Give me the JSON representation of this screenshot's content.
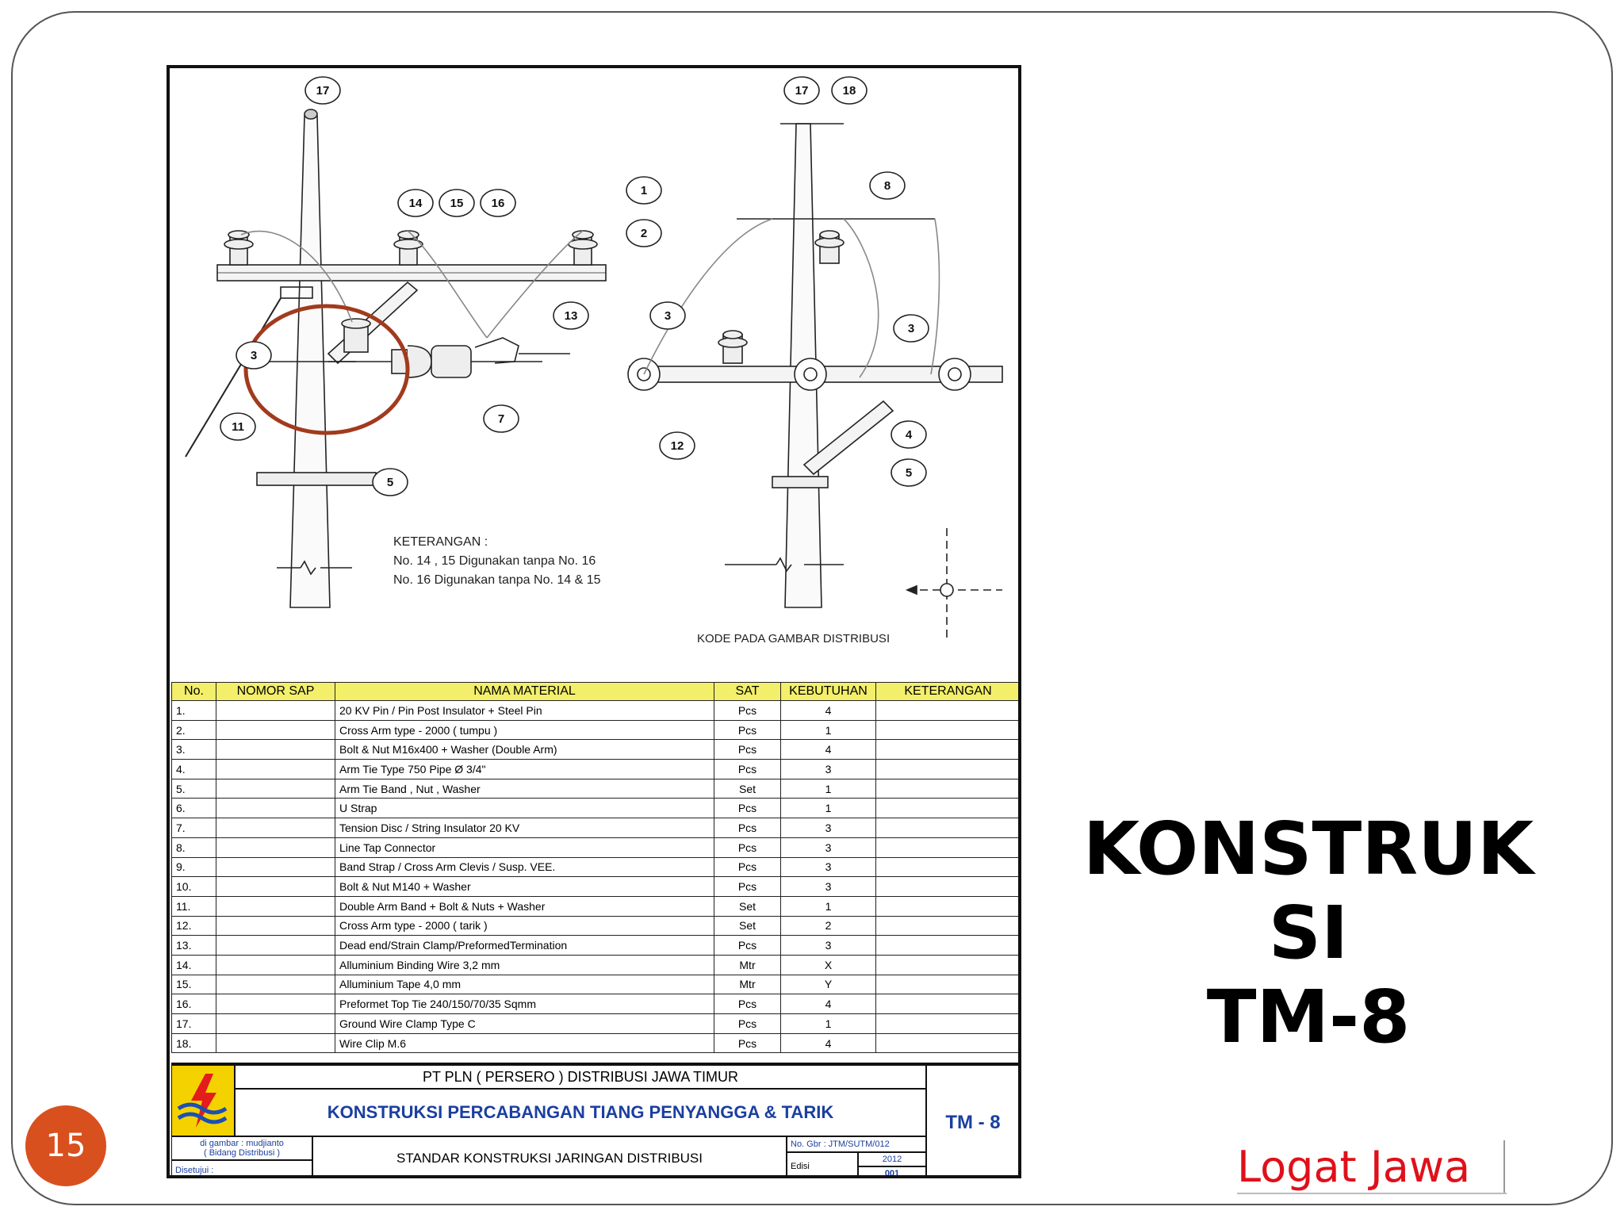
{
  "slide": {
    "title_lines": [
      "KONSTRUK",
      "SI",
      "TM-8"
    ],
    "page_number": "15",
    "watermark": "Logat Jawa"
  },
  "drawing": {
    "callouts_left": [
      "17",
      "14",
      "15",
      "16",
      "1",
      "2",
      "13",
      "3",
      "11",
      "7",
      "5"
    ],
    "callouts_right": [
      "17",
      "18",
      "8",
      "3",
      "3",
      "12",
      "4",
      "5"
    ],
    "note_heading": "KETERANGAN  :",
    "note_lines": [
      "No. 14 , 15 Digunakan tanpa No. 16",
      "No. 16 Digunakan tanpa No. 14 & 15"
    ],
    "code_label": "KODE PADA GAMBAR DISTRIBUSI",
    "highlight_color": "#a23a1e"
  },
  "bom": {
    "headers": [
      "No.",
      "NOMOR SAP",
      "NAMA  MATERIAL",
      "SAT",
      "KEBUTUHAN",
      "KETERANGAN"
    ],
    "rows": [
      [
        "1.",
        "",
        "20 KV Pin / Pin Post Insulator + Steel Pin",
        "Pcs",
        "4",
        ""
      ],
      [
        "2.",
        "",
        "Cross Arm type - 2000 ( tumpu )",
        "Pcs",
        "1",
        ""
      ],
      [
        "3.",
        "",
        "Bolt & Nut M16x400 + Washer (Double Arm)",
        "Pcs",
        "4",
        ""
      ],
      [
        "4.",
        "",
        "Arm Tie Type 750 Pipe Ø 3/4\"",
        "Pcs",
        "3",
        ""
      ],
      [
        "5.",
        "",
        "Arm Tie Band , Nut , Washer",
        "Set",
        "1",
        ""
      ],
      [
        "6.",
        "",
        "U Strap",
        "Pcs",
        "1",
        ""
      ],
      [
        "7.",
        "",
        "Tension Disc / String Insulator 20 KV",
        "Pcs",
        "3",
        ""
      ],
      [
        "8.",
        "",
        "Line Tap Connector",
        "Pcs",
        "3",
        ""
      ],
      [
        "9.",
        "",
        "Band Strap / Cross Arm Clevis / Susp. VEE.",
        "Pcs",
        "3",
        ""
      ],
      [
        "10.",
        "",
        "Bolt & Nut M140 + Washer",
        "Pcs",
        "3",
        ""
      ],
      [
        "11.",
        "",
        "Double Arm Band + Bolt & Nuts + Washer",
        "Set",
        "1",
        ""
      ],
      [
        "12.",
        "",
        "Cross Arm type - 2000 ( tarik )",
        "Set",
        "2",
        ""
      ],
      [
        "13.",
        "",
        "Dead end/Strain Clamp/PreformedTermination",
        "Pcs",
        "3",
        ""
      ],
      [
        "14.",
        "",
        "Alluminium Binding Wire 3,2 mm",
        "Mtr",
        "X",
        ""
      ],
      [
        "15.",
        "",
        "Alluminium Tape 4,0 mm",
        "Mtr",
        "Y",
        ""
      ],
      [
        "16.",
        "",
        "Preformet Top Tie 240/150/70/35 Sqmm",
        "Pcs",
        "4",
        ""
      ],
      [
        "17.",
        "",
        "Ground Wire Clamp Type C",
        "Pcs",
        "1",
        ""
      ],
      [
        "18.",
        "",
        "Wire Clip M.6",
        "Pcs",
        "4",
        ""
      ]
    ]
  },
  "title_block": {
    "company": "PT PLN ( PERSERO ) DISTRIBUSI JAWA TIMUR",
    "title": "KONSTRUKSI PERCABANGAN TIANG PENYANGGA & TARIK",
    "code": "TM - 8",
    "drawn_by_1": "di gambar : mudjianto",
    "drawn_by_2": "( Bidang Distribusi )",
    "approved": "Disetujui :",
    "standard": "STANDAR KONSTRUKSI JARINGAN DISTRIBUSI",
    "drawing_no": "No. Gbr : JTM/SUTM/012",
    "edition_label": "Edisi",
    "year": "2012",
    "edition": "001",
    "title_color": "#1b3fa0",
    "logo_colors": [
      "#f4d200",
      "#e41c1c",
      "#1d4fb3"
    ]
  }
}
